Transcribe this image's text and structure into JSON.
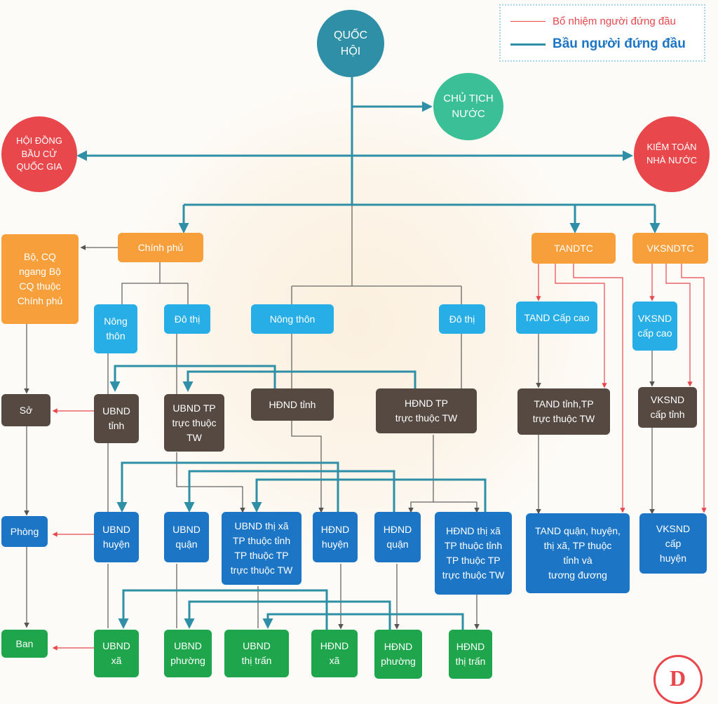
{
  "legend": {
    "appoint": "Bổ nhiệm người đứng đầu",
    "elect": "Bầu người đứng đầu",
    "appoint_color": "#e8474c",
    "elect_color": "#2e8fa6"
  },
  "nodes": {
    "quoc_hoi": "QUỐC\nHỘI",
    "chu_tich_nuoc": "CHỦ TỊCH\nNƯỚC",
    "hoi_dong_bau_cu": "HỘI ĐỒNG\nBẦU CỬ\nQUỐC GIA",
    "kiem_toan": "KIỂM TOÁN\nNHÀ NƯỚC",
    "bo_cq": "Bộ, CQ\nngang Bộ\nCQ thuộc\nChính phủ",
    "chinh_phu": "Chính phủ",
    "tandtc": "TANDTC",
    "vksndtc": "VKSNDTC",
    "nong_thon_1": "Nông\nthôn",
    "do_thi_1": "Đô thị",
    "nong_thon_2": "Nông thôn",
    "do_thi_2": "Đô thị",
    "tand_cap_cao": "TAND Cấp cao",
    "vksnd_cap_cao": "VKSND\ncấp cao",
    "so": "Sở",
    "ubnd_tinh": "UBND\ntỉnh",
    "ubnd_tp_tw": "UBND TP\ntrực thuộc\nTW",
    "hdnd_tinh": "HĐND tỉnh",
    "hdnd_tp_tw": "HĐND TP\ntrực thuộc TW",
    "tand_tinh": "TAND tỉnh,TP\ntrực thuộc TW",
    "vksnd_tinh": "VKSND\ncấp tỉnh",
    "phong": "Phòng",
    "ubnd_huyen": "UBND\nhuyện",
    "ubnd_quan": "UBND\nquận",
    "ubnd_thi_xa": "UBND thị xã\nTP thuộc tỉnh\nTP thuộc TP\ntrực thuộc TW",
    "hdnd_huyen": "HĐND\nhuyện",
    "hdnd_quan": "HĐND\nquận",
    "hdnd_thi_xa": "HĐND thị xã\nTP thuộc tỉnh\nTP thuộc TP\ntrực thuộc TW",
    "tand_quan": "TAND quận, huyện,\nthị xã, TP thuộc\ntỉnh và\ntương đương",
    "vksnd_huyen": "VKSND\ncấp\nhuyện",
    "ban": "Ban",
    "ubnd_xa": "UBND\nxã",
    "ubnd_phuong": "UBND\nphường",
    "ubnd_thi_tran": "UBND\nthị trấn",
    "hdnd_xa": "HĐND\nxã",
    "hdnd_phuong": "HĐND\nphường",
    "hdnd_thi_tran": "HĐND\nthị trấn"
  },
  "logo_letter": "D"
}
